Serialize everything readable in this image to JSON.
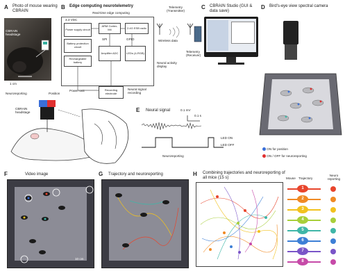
{
  "panelA": {
    "label": "A",
    "title": "Photo of mouse wearing CBRAIN",
    "headstage": "CBRAIN headstage",
    "scale": "1 cm"
  },
  "panelB": {
    "label": "B",
    "title": "Edge computing neurotelemetry",
    "subtitle": "Real-time edge computing",
    "telemetry_tx": "Telemetry (Transmitter)",
    "wireless": "Wireless data",
    "telemetry_rx": "Telemetry (Receiver)",
    "vdc": "3.3 VDC",
    "power_supply": "Power supply circuit",
    "battery_protection": "Battery protection circuit",
    "rechargeable": "Rechargeable battery",
    "arm": "ARM Cortex-M4",
    "radio": "2.4G ESB radio",
    "spi": "SPI",
    "gpio": "GPIO",
    "amplifier": "Amplifier ADC",
    "leds": "LEDs (4-RGB)",
    "recording_electrode": "Recording electrode",
    "power_unit": "Power unit",
    "neural_signal_recording": "Neural signal recording",
    "neural_activity_display": "Neural activity display"
  },
  "panelC": {
    "label": "C",
    "title": "CBRAIN Studio (GUI & data save)"
  },
  "panelD": {
    "label": "D",
    "title": "Bird's-eye view spectral camera",
    "legend": [
      {
        "text": "ON for position",
        "color": "#3a6fd8"
      },
      {
        "text": "ON / OFF for neuroreporting",
        "color": "#e03030"
      }
    ]
  },
  "panelDiagram": {
    "neuroreporting": "Neuroreporting",
    "position": "Position",
    "headstage": "CBRAIN headstage"
  },
  "panelE": {
    "label": "E",
    "title": "Neural signal",
    "scale_mv": "0.1 mV",
    "scale_s": "0.1 s",
    "led_on": "LED ON",
    "led_off": "LED OFF",
    "neuroreporting": "Neuroreporting"
  },
  "panelF": {
    "label": "F",
    "title": "Video image",
    "scale": "10 cm"
  },
  "panelG": {
    "label": "G",
    "title": "Trajectory and neuroreporting"
  },
  "panelH": {
    "label": "H",
    "title": "Combining trajectories and neuroreporting of all mice (15 s)",
    "col_mouse": "Mouse",
    "col_trajectory": "Trajectory",
    "col_neuro": "Neuro reporting",
    "mice": [
      {
        "n": "1",
        "color": "#e8452c"
      },
      {
        "n": "2",
        "color": "#f08a24"
      },
      {
        "n": "3",
        "color": "#f2c21e"
      },
      {
        "n": "4",
        "color": "#a8cf3a"
      },
      {
        "n": "5",
        "color": "#3fb6a8"
      },
      {
        "n": "6",
        "color": "#3d7fd6"
      },
      {
        "n": "7",
        "color": "#7a55c8"
      },
      {
        "n": "8",
        "color": "#c64aa8"
      }
    ]
  }
}
